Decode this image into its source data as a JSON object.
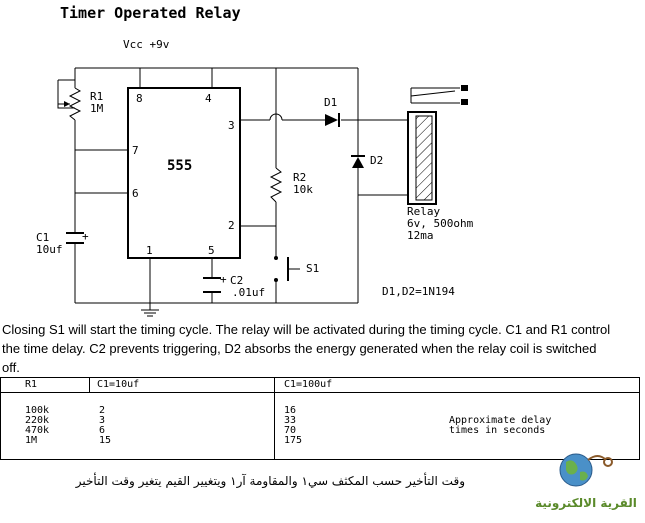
{
  "title": "Timer Operated Relay",
  "vcc_label": "Vcc +9v",
  "chip_label": "555",
  "pins": {
    "p8": "8",
    "p4": "4",
    "p3": "3",
    "p7": "7",
    "p6": "6",
    "p2": "2",
    "p1": "1",
    "p5": "5"
  },
  "r1": {
    "name": "R1",
    "value": "1M"
  },
  "r2": {
    "name": "R2",
    "value": "10k"
  },
  "c1": {
    "name": "C1",
    "value": "10uf"
  },
  "c2": {
    "name": "C2",
    "value": ".01uf"
  },
  "d1": "D1",
  "d2": "D2",
  "s1": "S1",
  "relay": {
    "name": "Relay",
    "spec": "6v, 500ohm",
    "current": "12ma"
  },
  "diode_note": "D1,D2=1N194",
  "description": "Closing S1 will start the timing cycle. The relay will be activated during the timing cycle. C1 and R1 control the time delay. C2 prevents triggering, D2 absorbs the energy generated when the relay coil is switched off.",
  "table": {
    "headers": [
      "R1",
      "C1=10uf",
      "C1=100uf"
    ],
    "r1_values": "100k\n220k\n470k\n1M",
    "c1_10uf": "2\n3\n6\n15",
    "c1_100uf": "16\n33\n70\n175",
    "note": "Approximate delay\ntimes in seconds"
  },
  "arabic_caption": "وقت التأخير حسب المكثف سي١ والمقاومة آر١ ويتغيير القيم يتغير وقت التأخير",
  "brand_text": "القرية الالكترونية"
}
